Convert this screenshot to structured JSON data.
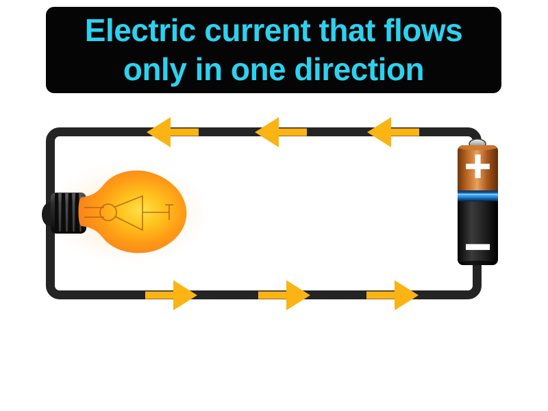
{
  "banner": {
    "line1": "Electric current that flows",
    "line2": "only in one direction",
    "background_color": "#050505",
    "text_color": "#2bd2ef"
  },
  "circuit": {
    "wire_color": "#242424",
    "arrow_color": "#fbb414",
    "top_arrow_count": 3,
    "top_arrow_direction": "left",
    "bottom_arrow_count": 3,
    "bottom_arrow_direction": "right",
    "battery": {
      "plus_label": "+",
      "minus_label": "−",
      "positive_color": "#c06a24",
      "separator_band_color": "#2f9bec",
      "negative_color": "#141414",
      "terminal_color": "#c9c9c9",
      "symbol_color": "#ffffff"
    },
    "bulb": {
      "glass_color": "#f8821c",
      "glow_color": "#ffdf4d",
      "base_color": "#2b2b2b"
    }
  }
}
